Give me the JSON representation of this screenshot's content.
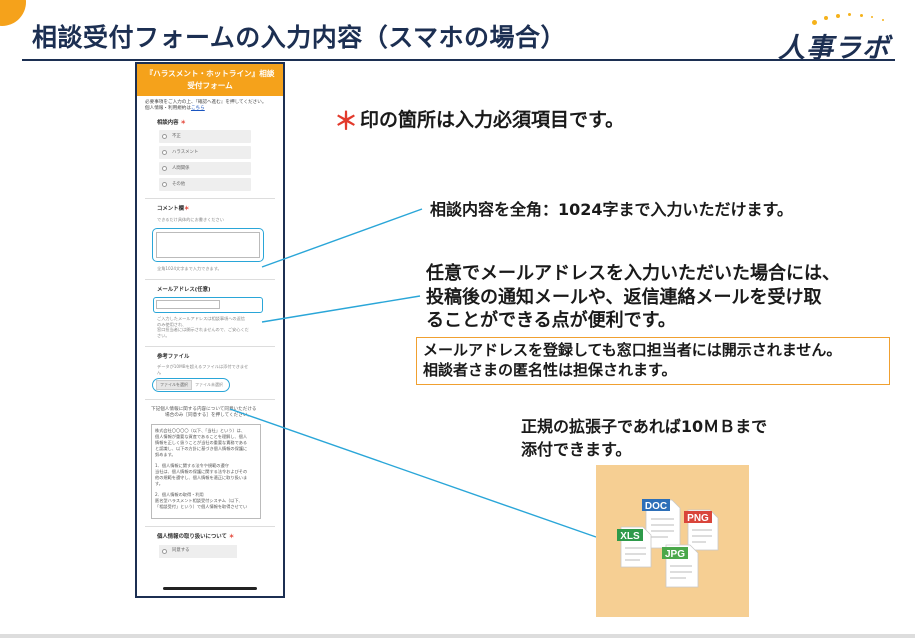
{
  "slide": {
    "title": "相談受付フォームの入力内容（スマホの場合）",
    "logo_text": "人事ラボ"
  },
  "phone": {
    "header_line1": "『ハラスメント・ホットライン』相談",
    "header_line2": "受付フォーム",
    "intro_line1": "必要事項をご入力の上、『確認へ進む』を押してください。",
    "intro_line2_prefix": "個人情報・利用規約は",
    "intro_link": "こちら",
    "consult_label": "相談内容",
    "req_mark": "＊",
    "options": [
      "不正",
      "ハラスメント",
      "人間関係",
      "その他"
    ],
    "comment_label": "コメント欄",
    "comment_hint": "できるだけ具体的にお書きください",
    "comment_limit": "全角1024文字まで入力できます。",
    "email_label": "メールアドレス(任意)",
    "email_note_line1": "ご入力したメールアドレスは相談事項への返信",
    "email_note_line2": "のみ使用され、",
    "email_note_line3": "窓口担当者には開示されませんので、ご安心くだ",
    "email_note_line4": "さい。",
    "file_label": "参考ファイル",
    "file_hint_line1": "データが10MBを超えるファイルは添付できませ",
    "file_hint_line2": "ん",
    "file_button": "ファイルを選択",
    "file_status": "ファイル未選択",
    "privacy_intro_line1": "下記個人情報に関する内容について同意いただける",
    "privacy_intro_line2": "場合のみ［同意する］を押してください。",
    "privacy_text_line1": "株式会社〇〇〇〇（以下、「当社」という）は、",
    "privacy_text_line2": "個人情報が重要な資産であることを理解し、個人",
    "privacy_text_line3": "情報を正しく扱うことが当社の重要な責務である",
    "privacy_text_line4": "と認識し、以下の方針に基づき個人情報の保護に",
    "privacy_text_line5": "努めます。",
    "privacy_text_line6": "1．個人情報に関する法令や規範の遵守",
    "privacy_text_line7": "当社は、個人情報の保護に関する法令およびその",
    "privacy_text_line8": "他の規範を遵守し、個人情報を適正に取り扱いま",
    "privacy_text_line9": "す。",
    "privacy_text_line10": "2．個人情報の取得・利用",
    "privacy_text_line11": "匿名型ハラスメント相談受付システム（以下、",
    "privacy_text_line12": "「相談受付」という）で個人情報を取得させてい",
    "privacy_handling_label": "個人情報の取り扱いについて",
    "agree_label": "同意する"
  },
  "notes": {
    "required": "印の箇所は入力必須項目です。",
    "required_mark": "＊",
    "content_limit": "相談内容を全角：1024字まで入力いただけます。",
    "email_line1": "任意でメールアドレスを入力いただいた場合には、",
    "email_line2": "投稿後の通知メールや、返信連絡メールを受け取",
    "email_line3": "ることができる点が便利です。",
    "box_line1": "メールアドレスを登録しても窓口担当者には開示されません。",
    "box_line2": "相談者さまの匿名性は担保されます。",
    "file_line1": "正規の拡張子であれば10ＭＢまで",
    "file_line2": "添付できます。"
  },
  "file_icons": [
    {
      "label": "DOC",
      "color": "#2d6fb8"
    },
    {
      "label": "PNG",
      "color": "#d9453b"
    },
    {
      "label": "XLS",
      "color": "#2e9a4a"
    },
    {
      "label": "JPG",
      "color": "#4aa84a"
    }
  ],
  "colors": {
    "navy": "#1c2f52",
    "orange": "#f5a21b",
    "cyan": "#2aa6d8",
    "red": "#e23a2c"
  }
}
